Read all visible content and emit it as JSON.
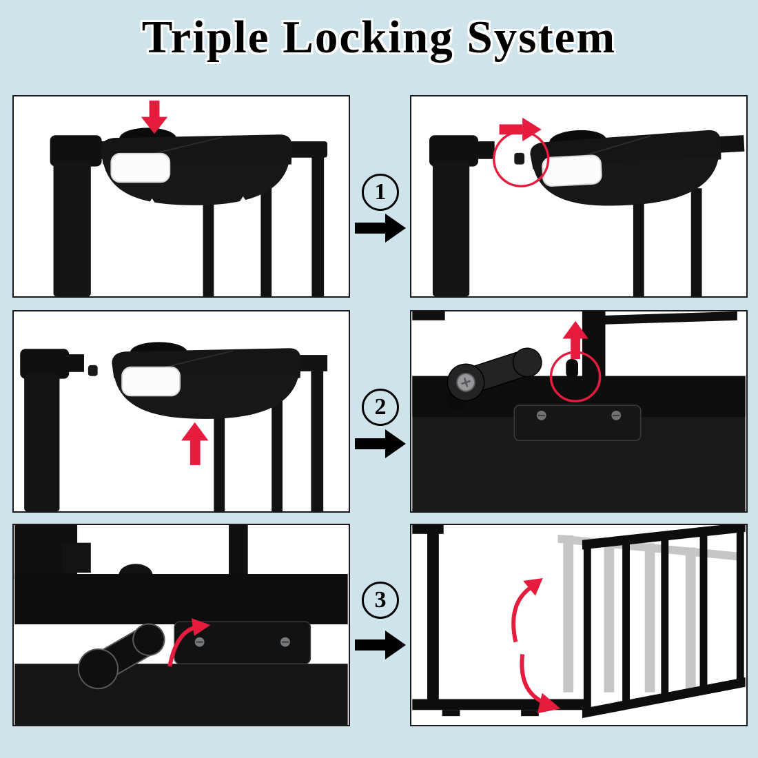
{
  "title": "Triple Locking System",
  "colors": {
    "background": "#cfe3ea",
    "panel_bg": "#ffffff",
    "panel_border": "#1a1a1a",
    "accent_red": "#e51c3e",
    "gate_black": "#141414",
    "ghost_gate_gray": "#c4c6c8",
    "screw_gray": "#77797b"
  },
  "steps": [
    {
      "number": "1"
    },
    {
      "number": "2"
    },
    {
      "number": "3"
    }
  ],
  "icons": {
    "step_arrow": "solid-black-right-arrow",
    "step1_before": "red-down-arrow-press-latch",
    "step1_after": "red-right-arrow-and-red-circle-highlight",
    "step2_before": "red-up-arrow-lift-handle",
    "step2_after": "red-up-arrow-and-red-circle-on-bottom-pin",
    "step3_before": "red-curved-arrow-rotate-lever",
    "step3_after": "red-curved-double-arrow-gate-swings"
  }
}
